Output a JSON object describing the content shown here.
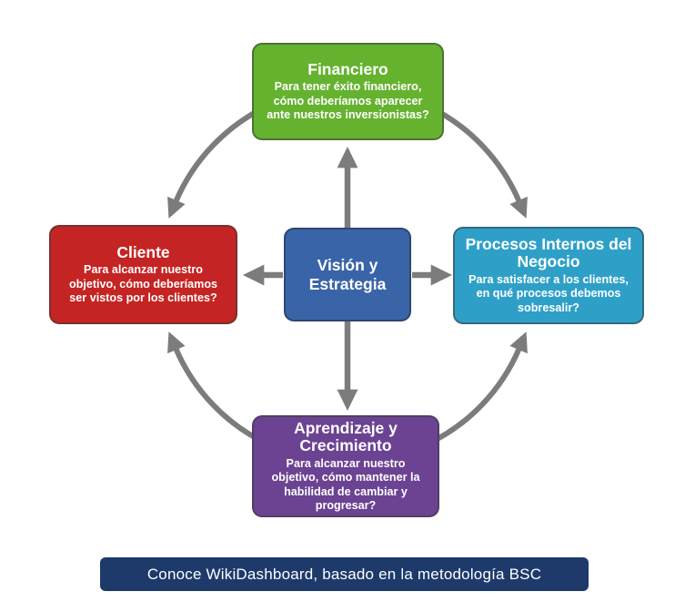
{
  "diagram": {
    "center": {
      "title": "Visión y Estrategia",
      "color": "#3a64a8"
    },
    "boxes": [
      {
        "id": "financiero",
        "title": "Financiero",
        "body": "Para tener éxito financiero, cómo deberíamos aparecer ante nuestros inversionistas?",
        "color": "#65b22f"
      },
      {
        "id": "cliente",
        "title": "Cliente",
        "body": "Para alcanzar nuestro objetivo, cómo deberíamos ser vistos por los clientes?",
        "color": "#c42423"
      },
      {
        "id": "procesos-internos",
        "title": "Procesos Internos del Negocio",
        "body": "Para satisfacer a los clientes, en qué procesos debemos sobresalir?",
        "color": "#2ea0c8"
      },
      {
        "id": "aprendizaje",
        "title": "Aprendizaje y Crecimiento",
        "body": "Para alcanzar nuestro objetivo, cómo mantener la habilidad de cambiar y progresar?",
        "color": "#6b4392"
      }
    ],
    "arrow_color": "#7c7c7c"
  },
  "banner": {
    "label": "Conoce WikiDashboard, basado en la metodología BSC",
    "background": "#1d3a6b",
    "text_color": "#ffffff"
  }
}
